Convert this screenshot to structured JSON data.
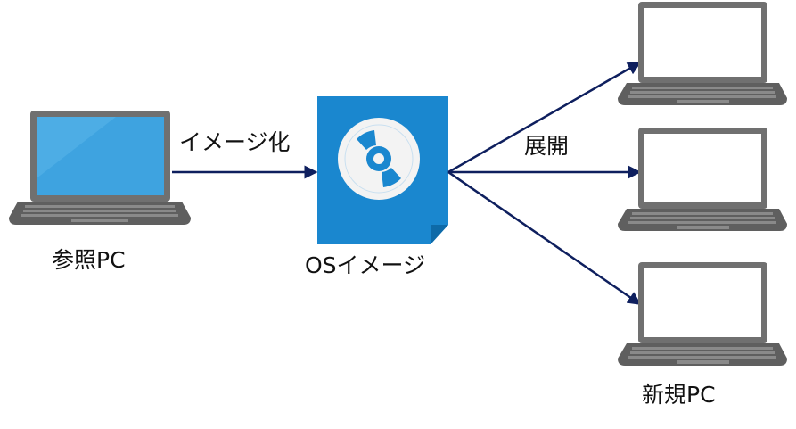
{
  "labels": {
    "source_pc": "参照PC",
    "imaging": "イメージ化",
    "os_image": "OSイメージ",
    "deploy": "展開",
    "new_pcs": "新規PC"
  },
  "icons": {
    "source": "laptop-icon",
    "image": "disc-image-file-icon",
    "targets": [
      "laptop-icon",
      "laptop-icon",
      "laptop-icon"
    ]
  },
  "colors": {
    "arrow": "#0e1f5e",
    "laptop_frame": "#6b6b6b",
    "laptop_keyboard": "#5a5a5a",
    "source_screen": "#3ea3e0",
    "target_screen": "#ffffff",
    "file": "#1a87cf",
    "disc": "#f3f3f3"
  }
}
